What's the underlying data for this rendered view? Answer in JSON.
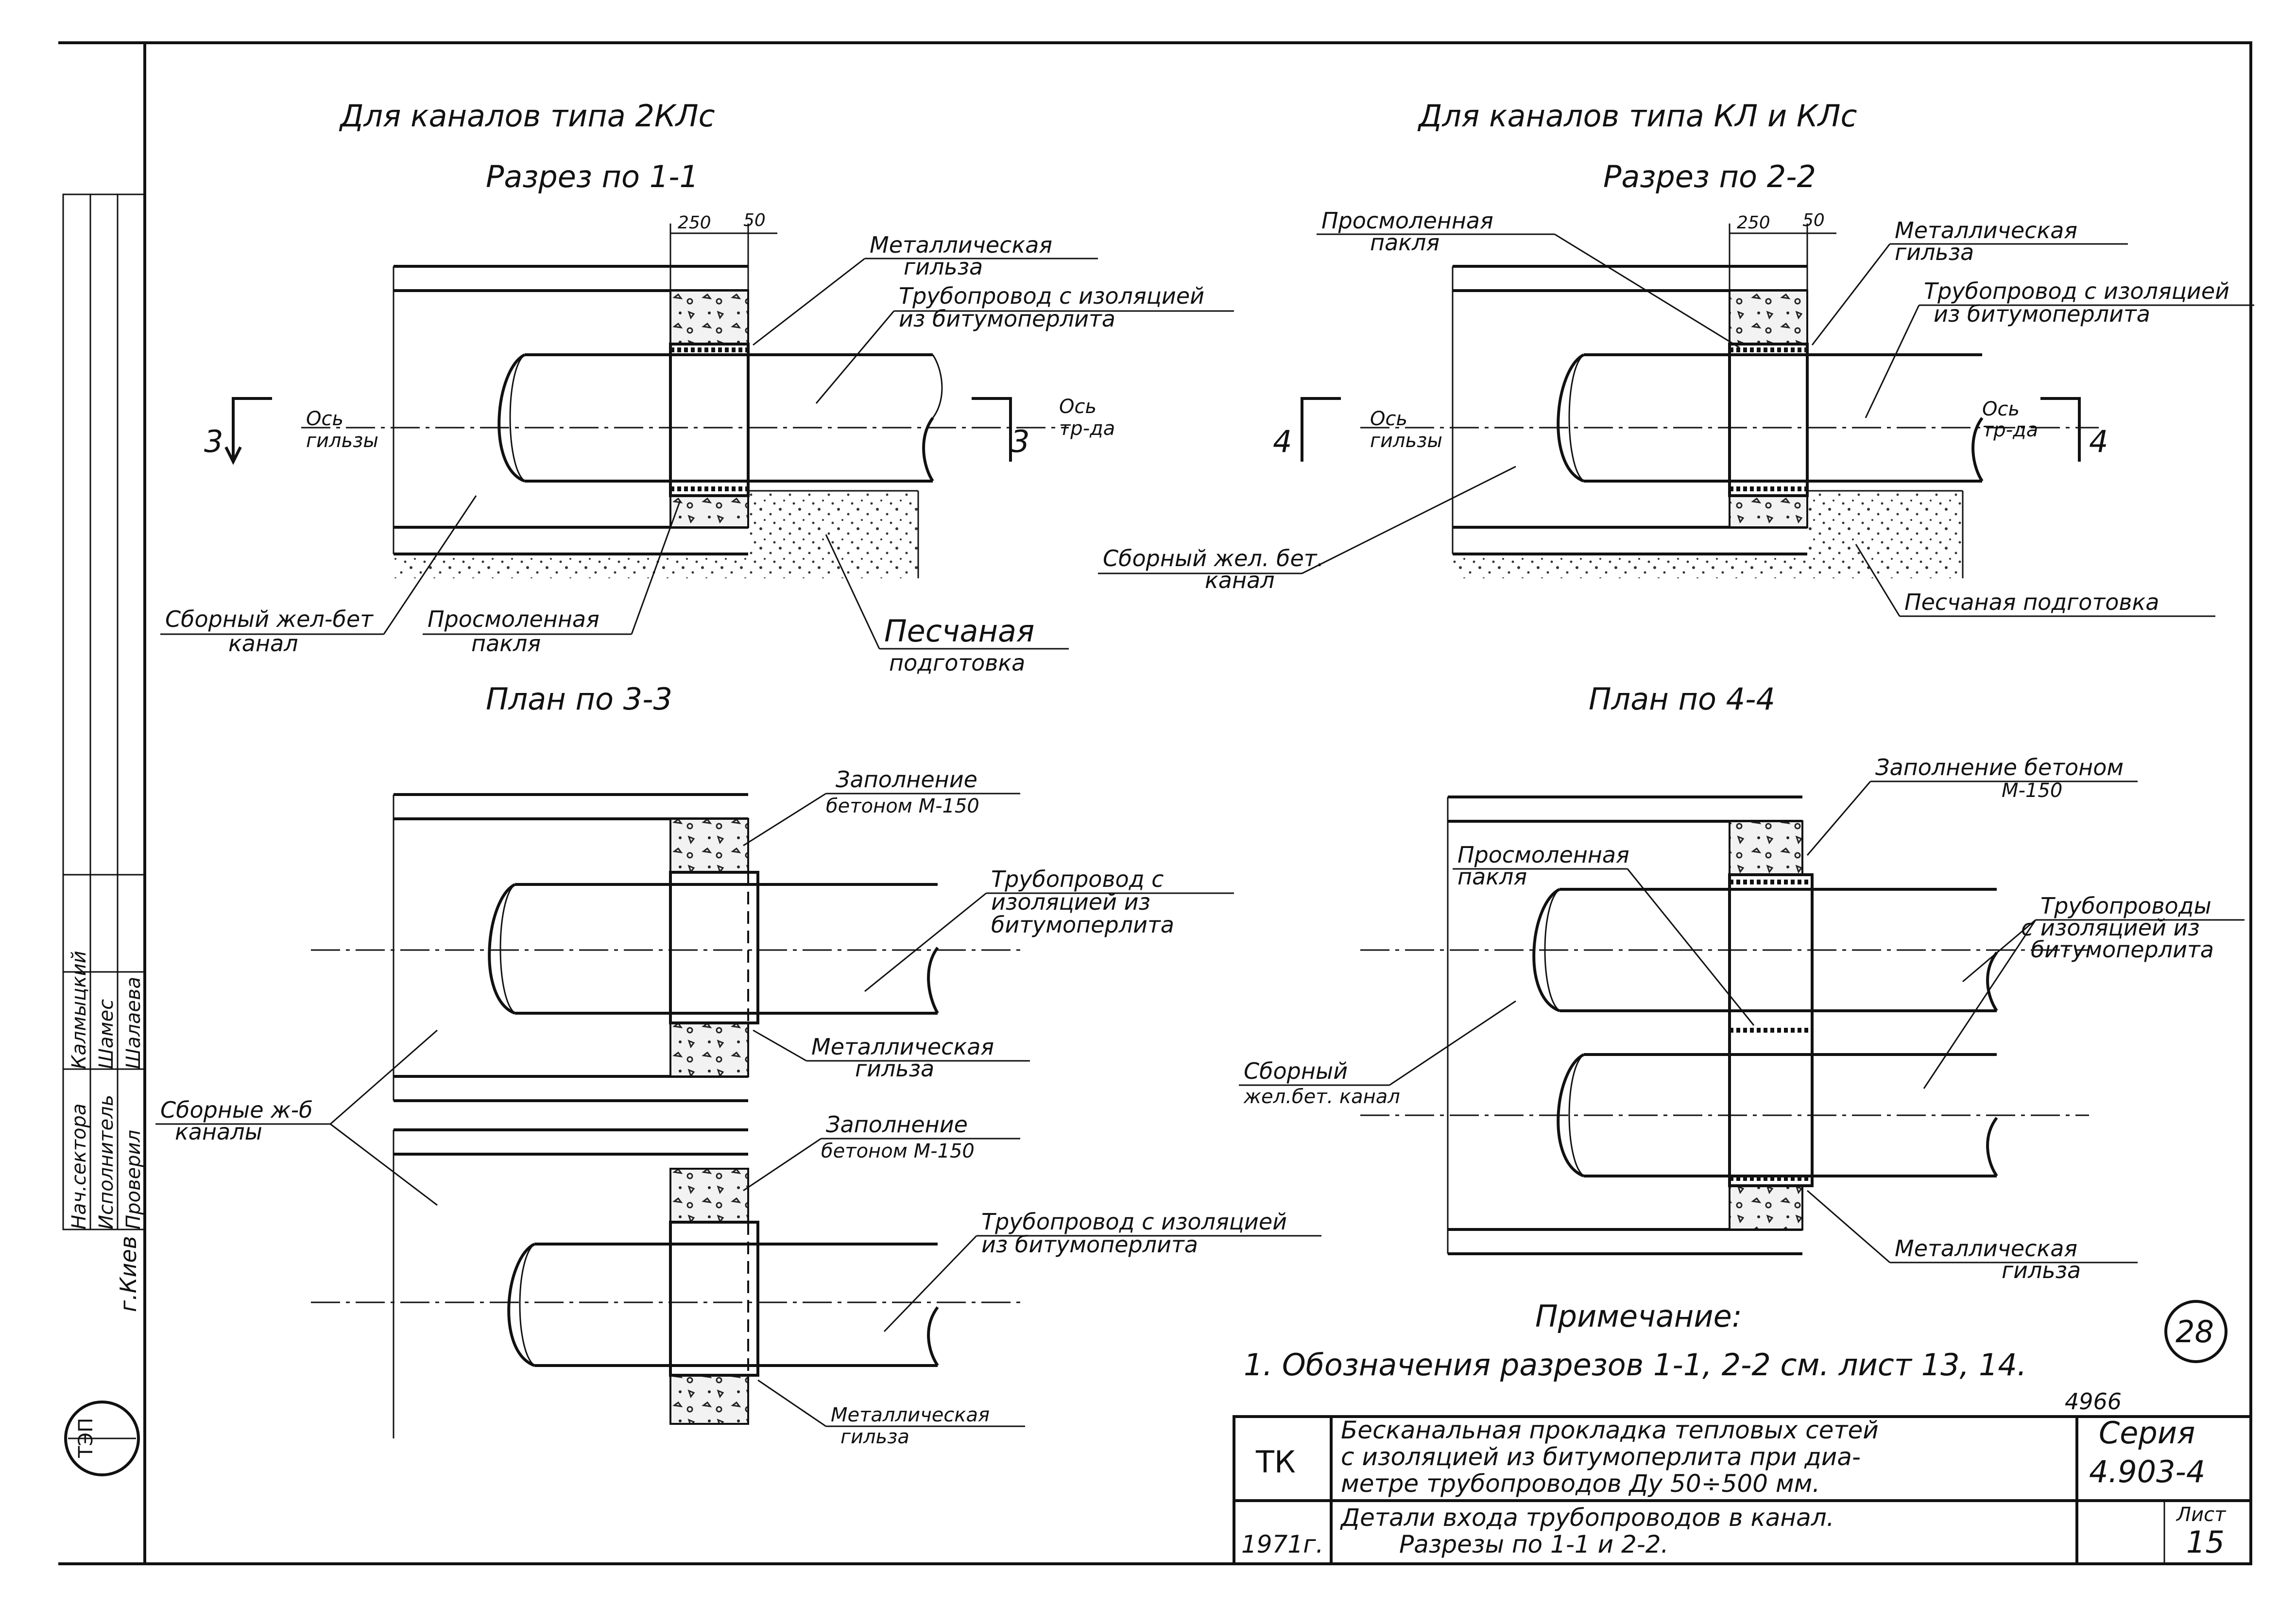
{
  "section1": {
    "title": "Для каналов типа 2КЛс",
    "cut": "Разрез по 1-1",
    "dim_a": "250",
    "dim_b": "50",
    "lbl_sleeve_1": "Металлическая",
    "lbl_sleeve_2": "гильза",
    "lbl_pipe_1": "Трубопровод с изоляцией",
    "lbl_pipe_2": "из битумоперлита",
    "axis_sleeve_1": "Ось",
    "axis_sleeve_2": "гильзы",
    "axis_pipe_1": "Ось",
    "axis_pipe_2": "тр-да",
    "mark_l": "3",
    "mark_r": "3",
    "lbl_channel_1": "Сборный жел-бет",
    "lbl_channel_2": "канал",
    "lbl_tow_1": "Просмоленная",
    "lbl_tow_2": "пакля",
    "lbl_sand_1": "Песчаная",
    "lbl_sand_2": "подготовка"
  },
  "section2": {
    "title": "Для каналов типа КЛ и КЛс",
    "cut": "Разрез по 2-2",
    "dim_a": "250",
    "dim_b": "50",
    "lbl_tow_1": "Просмоленная",
    "lbl_tow_2": "пакля",
    "lbl_sleeve_1": "Металлическая",
    "lbl_sleeve_2": "гильза",
    "lbl_pipe_1": "Трубопровод с изоляцией",
    "lbl_pipe_2": "из битумоперлита",
    "axis_sleeve_1": "Ось",
    "axis_sleeve_2": "гильзы",
    "axis_pipe_1": "Ось",
    "axis_pipe_2": "тр-да",
    "mark_l": "4",
    "mark_r": "4",
    "lbl_channel_1": "Сборный жел. бет.",
    "lbl_channel_2": "канал",
    "lbl_sand": "Песчаная подготовка"
  },
  "plan3": {
    "title": "План по 3-3",
    "fill_1": "Заполнение",
    "fill_2": "бетоном  М-150",
    "pipe_1": "Трубопровод с",
    "pipe_2": "изоляцией из",
    "pipe_3": "битумоперлита",
    "sleeve_1": "Металлическая",
    "sleeve_2": "гильза",
    "channels_1": "Сборные ж-б",
    "channels_2": "каналы",
    "fill2_1": "Заполнение",
    "fill2_2": "бетоном М-150",
    "pipe2_1": "Трубопровод с изоляцией",
    "pipe2_2": "из битумоперлита",
    "sleeve2_1": "Металлическая",
    "sleeve2_2": "гильза"
  },
  "plan4": {
    "title": "План по 4-4",
    "fill_1": "Заполнение бетоном",
    "fill_2": "М-150",
    "tow_1": "Просмоленная",
    "tow_2": "пакля",
    "pipes_1": "Трубопроводы",
    "pipes_2": "с изоляцией из",
    "pipes_3": "битумоперлита",
    "channel_1": "Сборный",
    "channel_2": "жел.бет. канал",
    "sleeve_1": "Металлическая",
    "sleeve_2": "гильза"
  },
  "note": {
    "heading": "Примечание:",
    "text": "1. Обозначения разрезов 1-1, 2-2 см. лист 13, 14."
  },
  "sheet_number": "28",
  "archive_number": "4966",
  "title_block": {
    "code": "ТК",
    "title_1": "Бесканальная прокладка тепловых сетей",
    "title_2": "с изоляцией из битумоперлита при диа-",
    "title_3": "метре трубопроводов Ду 50÷500 мм.",
    "series_label": "Серия",
    "series_value": "4.903-4",
    "year": "1971г.",
    "subtitle_1": "Детали входа трубопроводов в канал.",
    "subtitle_2": "Разрезы по 1-1 и 2-2.",
    "sheet_label": "Лист",
    "sheet_value": "15"
  },
  "side_stamp": {
    "role_1": "Нач.сектора",
    "name_1": "Калмыцкий",
    "role_2": "Исполнитель",
    "name_2": "Шамес",
    "role_3": "Проверил",
    "name_3": "Шалаева",
    "city": "г.Киев",
    "logo": "ТЭП"
  }
}
